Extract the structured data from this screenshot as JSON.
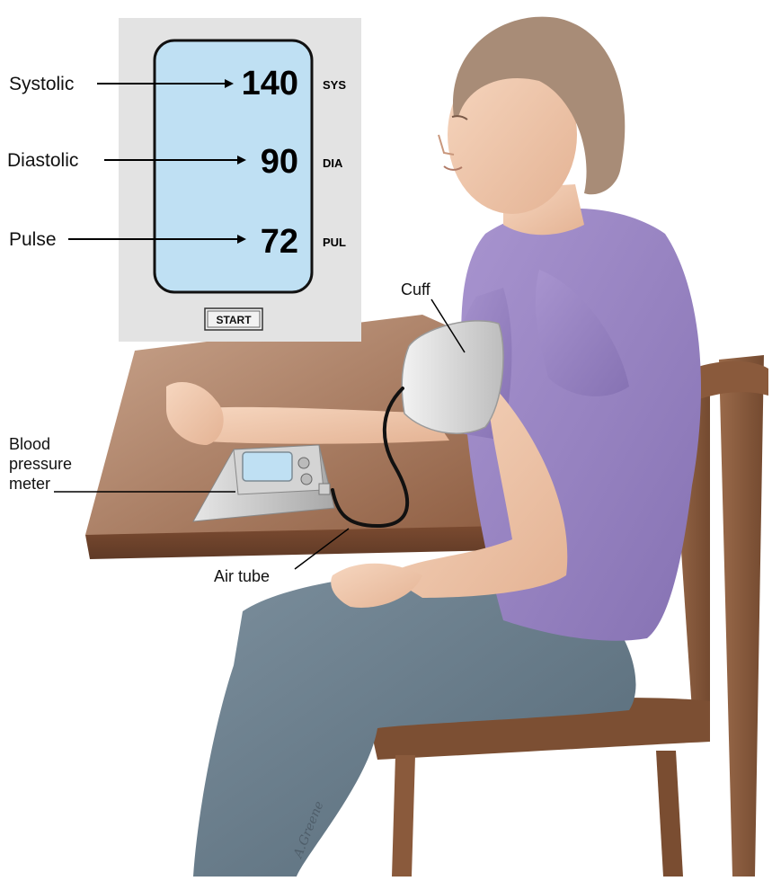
{
  "monitor": {
    "readings": [
      {
        "label": "Systolic",
        "value": "140",
        "unit": "SYS"
      },
      {
        "label": "Diastolic",
        "value": "90",
        "unit": "DIA"
      },
      {
        "label": "Pulse",
        "value": "72",
        "unit": "PUL"
      }
    ],
    "start_button": "START"
  },
  "labels": {
    "cuff": "Cuff",
    "meter_line1": "Blood",
    "meter_line2": "pressure",
    "meter_line3": "meter",
    "air_tube": "Air tube"
  },
  "artist_signature": "A.Greene",
  "colors": {
    "panel_bg": "#e3e3e3",
    "screen": "#bfe0f3",
    "shirt": "#9a87c4",
    "pants": "#6b7f8f",
    "skin": "#f1c9ad",
    "hair": "#a88c77",
    "wood": "#8a5a3c",
    "cuff": "#dcdcdc"
  }
}
